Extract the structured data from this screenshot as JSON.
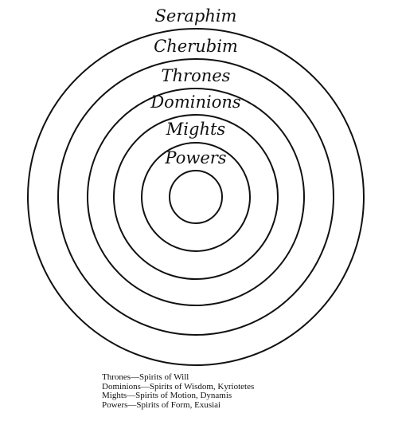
{
  "rings": [
    {
      "label": "Seraphim"
    },
    {
      "label": "Cherubim"
    },
    {
      "label": "Thrones"
    },
    {
      "label": "Dominions"
    },
    {
      "label": "Mights"
    },
    {
      "label": "Powers"
    }
  ],
  "legend": [
    "Thrones—Spirits of Will",
    "Dominions—Spirits of Wisdom, Kyriotetes",
    "Mights—Spirits of Motion, Dynamis",
    "Powers—Spirits of Form, Exusiai"
  ]
}
